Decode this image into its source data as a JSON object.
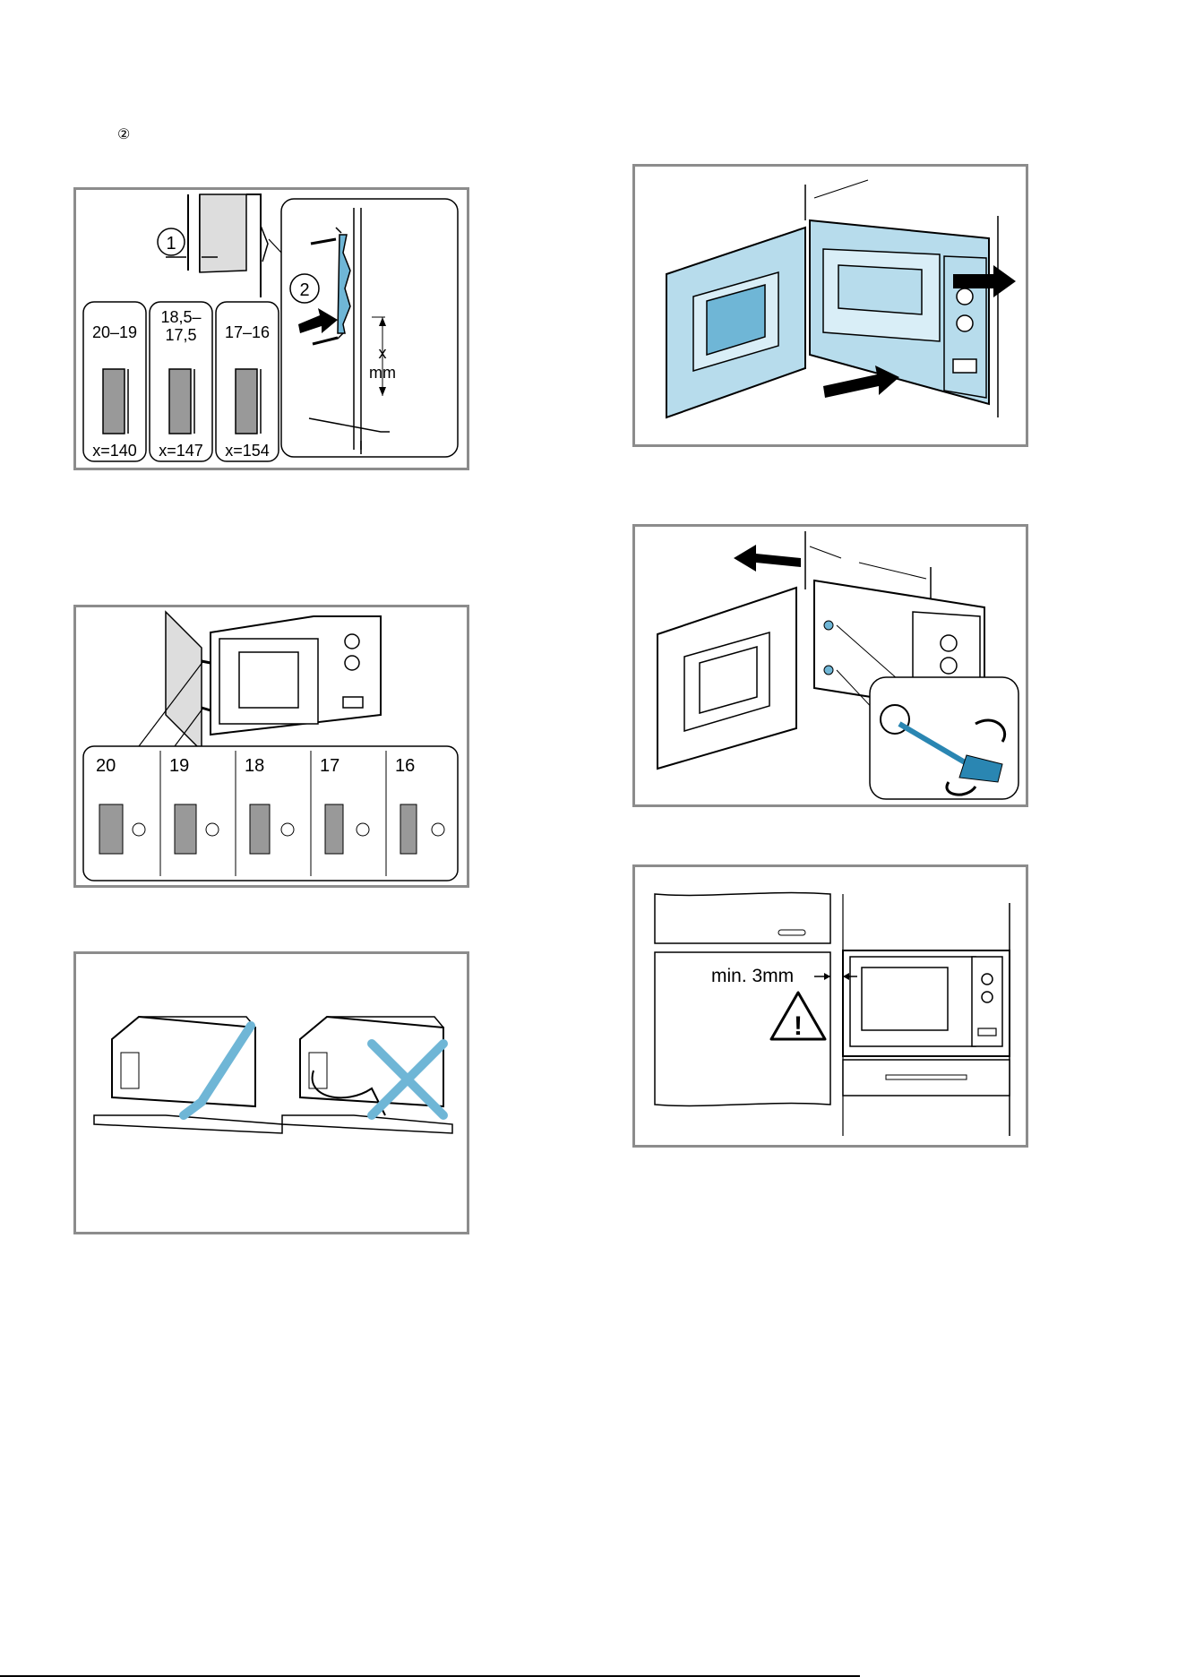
{
  "header": {
    "circled_marker": "②"
  },
  "fig1": {
    "callout1": "1",
    "callout2": "2",
    "x_label": "x",
    "mm_label": "mm",
    "cols": [
      {
        "range_l1": "20–19",
        "range_l2": "",
        "x": "x=140"
      },
      {
        "range_l1": "18,5–",
        "range_l2": "17,5",
        "x": "x=147"
      },
      {
        "range_l1": "17–16",
        "range_l2": "",
        "x": "x=154"
      }
    ]
  },
  "fig2": {
    "sizes": [
      "20",
      "19",
      "18",
      "17",
      "16"
    ]
  },
  "fig6": {
    "gap_label": "min. 3mm",
    "warning_symbol": "!"
  },
  "colors": {
    "accent": "#6fb6d6",
    "accent_dark": "#2a86b2",
    "border": "#8c8c8c"
  }
}
